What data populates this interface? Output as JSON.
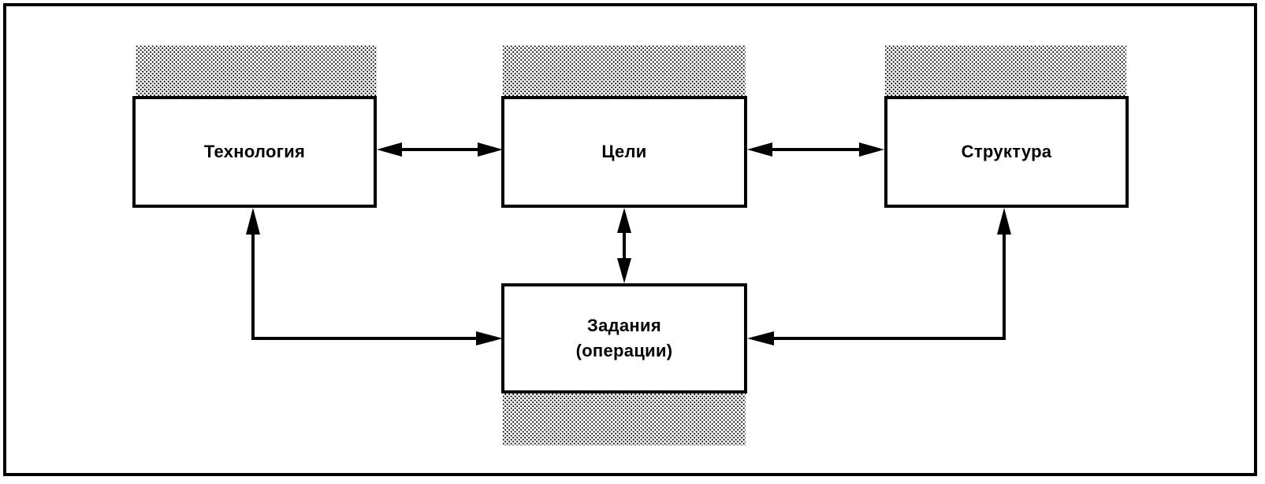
{
  "diagram": {
    "nodes": {
      "technology": {
        "label": "Технология"
      },
      "goals": {
        "label": "Цели"
      },
      "structure": {
        "label": "Структура"
      },
      "tasks": {
        "label": "Задания\n(операции)"
      }
    },
    "colors": {
      "line": "#000000",
      "background": "#ffffff",
      "shadow_pattern": "#000000"
    }
  }
}
